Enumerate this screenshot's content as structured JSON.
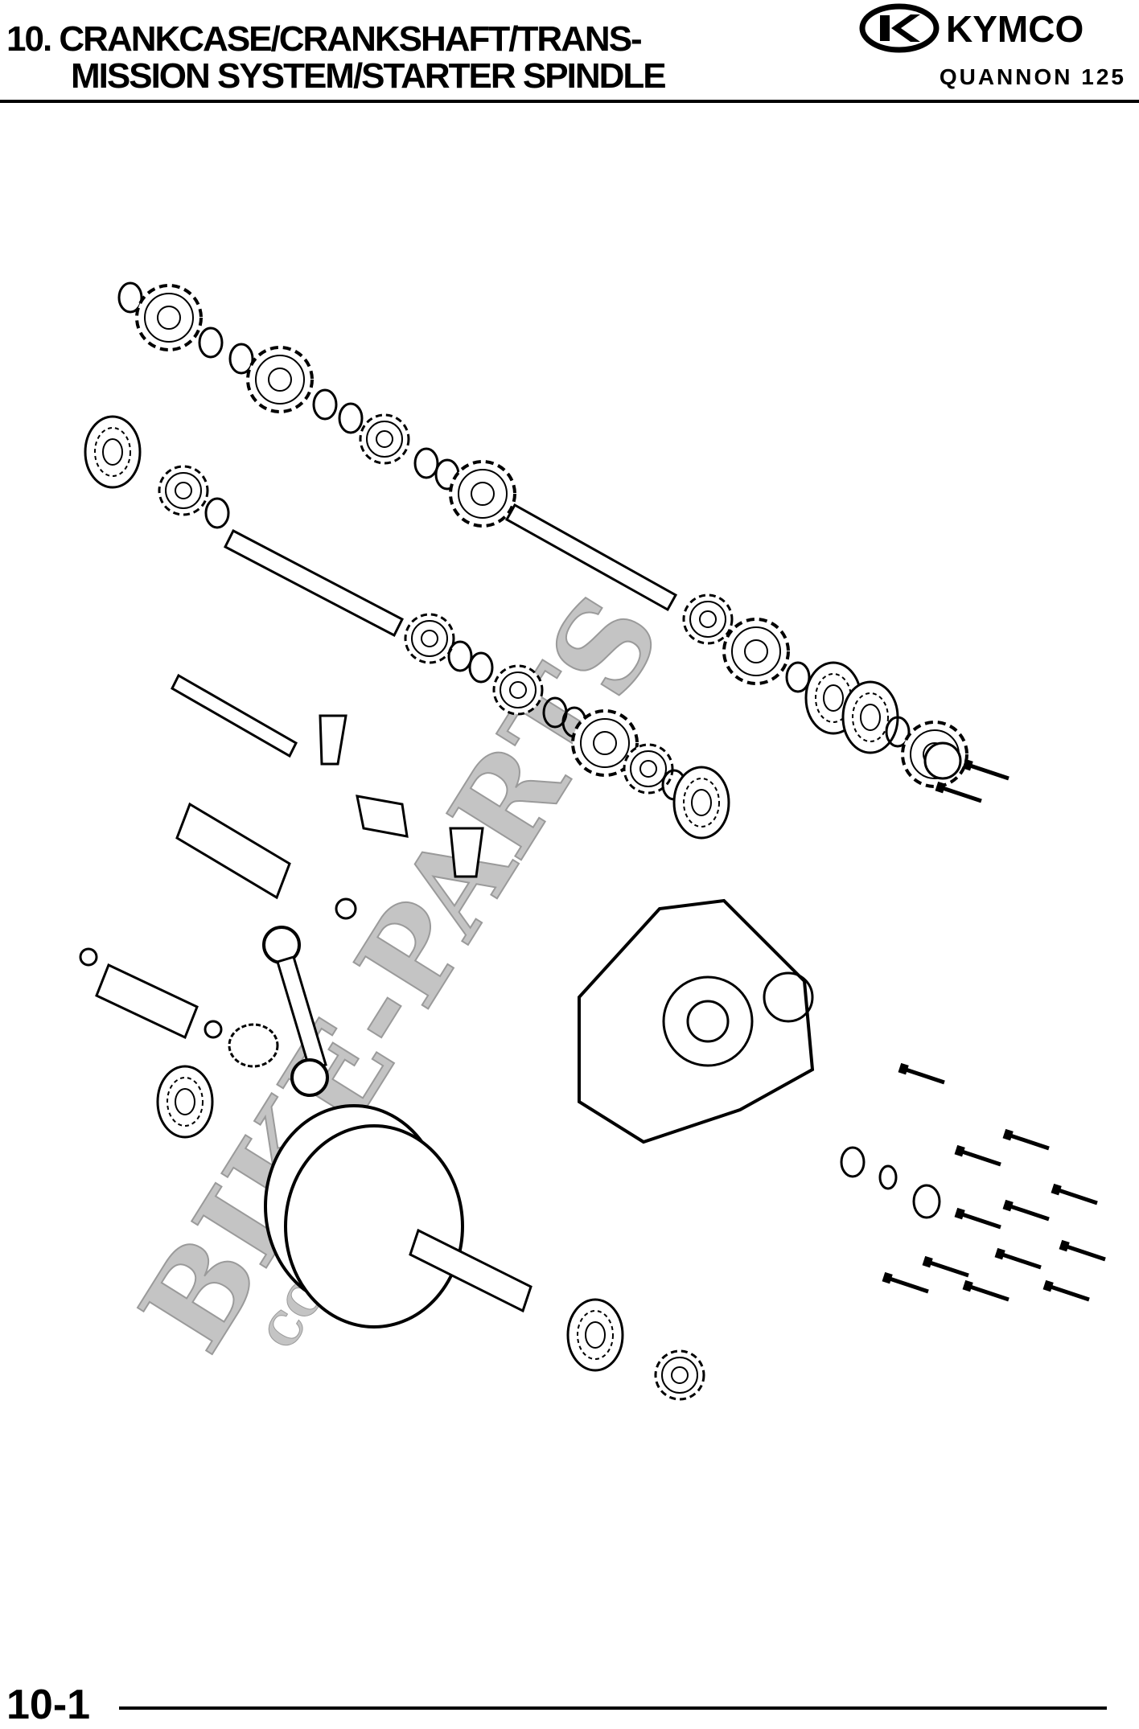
{
  "header": {
    "title_line1": "10. CRANKCASE/CRANKSHAFT/TRANS-",
    "title_line2": "MISSION SYSTEM/STARTER SPINDLE",
    "brand": "KYMCO",
    "model": "QUANNON 125"
  },
  "watermark": {
    "main": "BIKE-PARTS",
    "sub": "COM"
  },
  "footer": {
    "page_number": "10-1"
  },
  "colors": {
    "ink": "#000000",
    "watermark": "#bdbdbd"
  }
}
